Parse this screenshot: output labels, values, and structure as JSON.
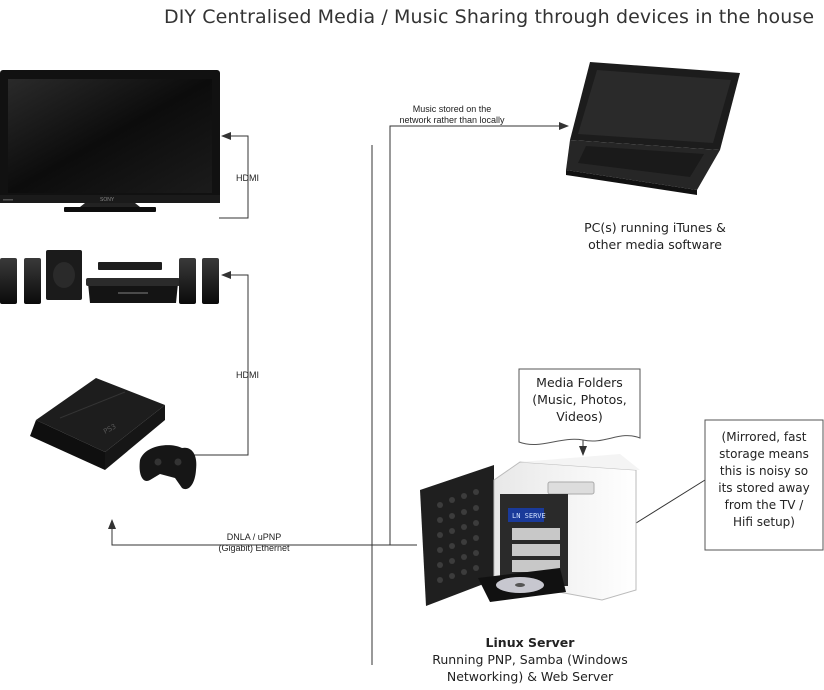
{
  "title": "DIY Centralised Media / Music Sharing through devices in the house",
  "labels": {
    "hdmi_tv": "HDMI",
    "hdmi_console": "HDMI",
    "network_storage_line1": "Music stored on the",
    "network_storage_line2": "network rather than locally",
    "ethernet_line1": "DNLA / uPNP",
    "ethernet_line2": "(Gigabit) Ethernet",
    "pc_line1": "PC(s) running iTunes &",
    "pc_line2": "other media software",
    "media_folders_line1": "Media Folders",
    "media_folders_line2": "(Music, Photos,",
    "media_folders_line3": "Videos)",
    "note_line1": "(Mirrored, fast",
    "note_line2": "storage means",
    "note_line3": "this is noisy so",
    "note_line4": "its stored away",
    "note_line5": "from the TV /",
    "note_line6": "Hifi setup)",
    "server_title": "Linux Server",
    "server_line1": "Running PNP, Samba (Windows",
    "server_line2": "Networking) & Web Server"
  },
  "devices": {
    "tv_brand": "SONY",
    "server_display": "LN SERVE"
  }
}
